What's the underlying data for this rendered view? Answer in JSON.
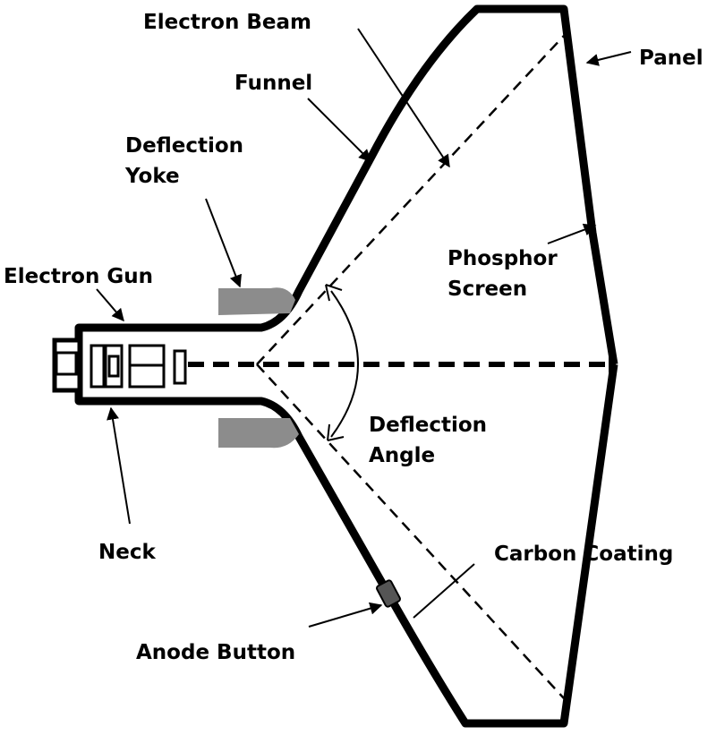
{
  "labels": {
    "electron_beam": "Electron Beam",
    "panel": "Panel",
    "funnel": "Funnel",
    "deflection_yoke_line1": "Deflection",
    "deflection_yoke_line2": "Yoke",
    "electron_gun": "Electron Gun",
    "phosphor_screen_line1": "Phosphor",
    "phosphor_screen_line2": "Screen",
    "deflection_angle_line1": "Deflection",
    "deflection_angle_line2": "Angle",
    "neck": "Neck",
    "carbon_coating": "Carbon Coating",
    "anode_button": "Anode Button"
  },
  "colors": {
    "outline": "#000000",
    "yoke": "#8c8c8c",
    "background": "#ffffff"
  }
}
